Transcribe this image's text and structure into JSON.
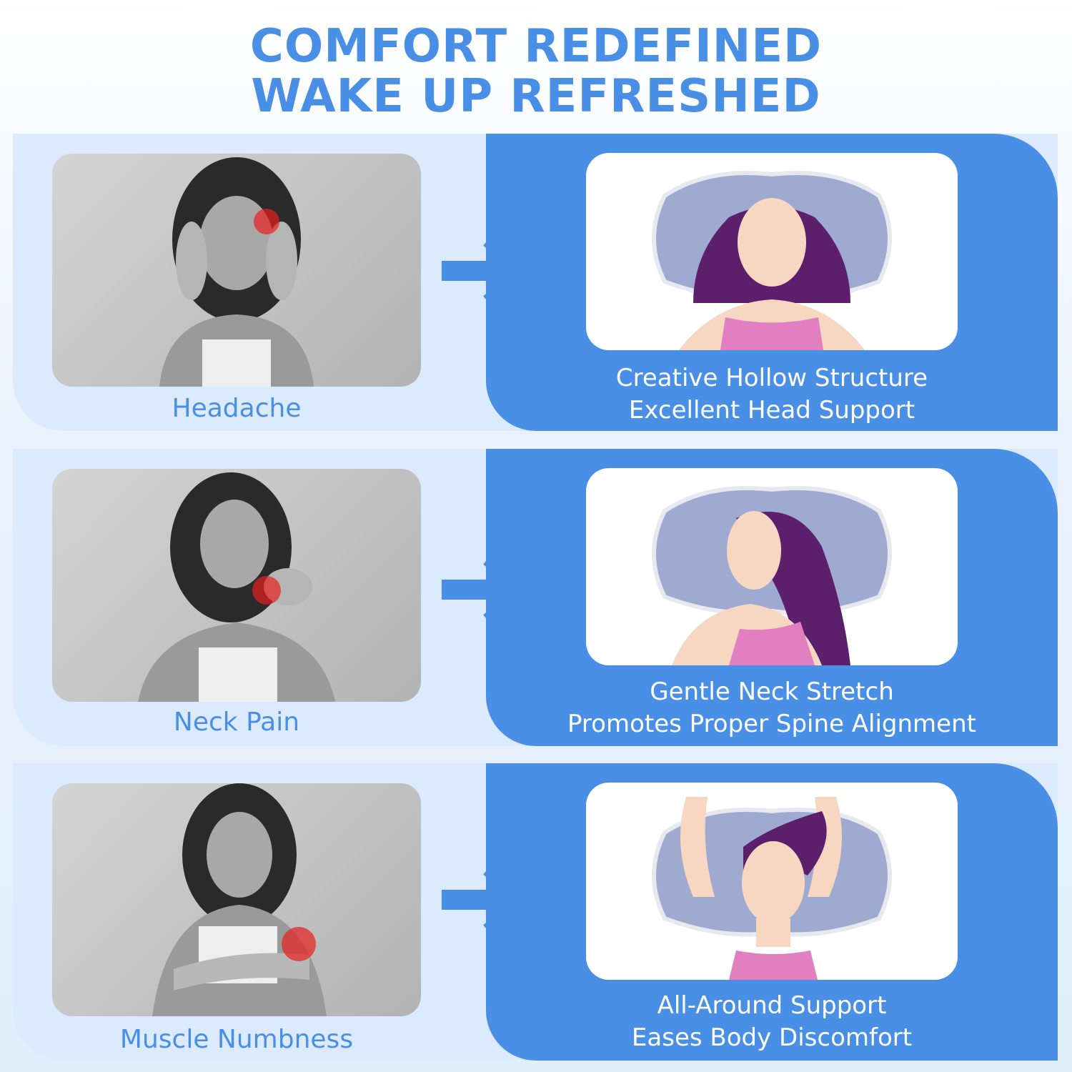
{
  "headline": {
    "line1": "COMFORT REDEFINED",
    "line2": "WAKE UP REFRESHED"
  },
  "rows": [
    {
      "problem": "Headache",
      "benefit_line1": "Creative Hollow Structure",
      "benefit_line2": "Excellent Head Support"
    },
    {
      "problem": "Neck Pain",
      "benefit_line1": "Gentle Neck Stretch",
      "benefit_line2": "Promotes Proper Spine Alignment"
    },
    {
      "problem": "Muscle Numbness",
      "benefit_line1": "All-Around Support",
      "benefit_line2": "Eases Body Discomfort"
    }
  ],
  "colors": {
    "accent": "#4a8fe6",
    "panel_light": "#dbeafc",
    "pillow": "#9eaad0",
    "hair": "#5c1f6b",
    "skin": "#f7d6c2",
    "top": "#e27fc0",
    "pain": "#e82020"
  }
}
